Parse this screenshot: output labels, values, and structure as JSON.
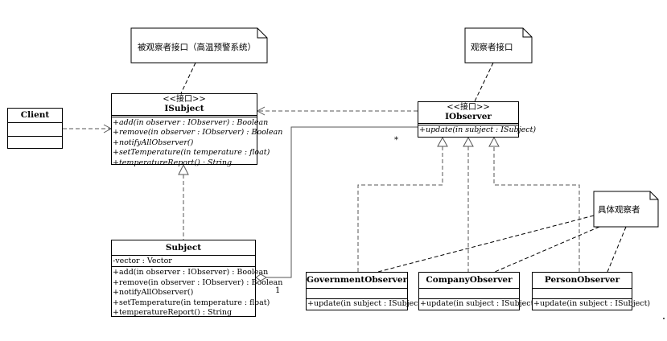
{
  "notes": {
    "subject_note": "被观察者接口（高温预警系统）",
    "observer_note": "观察者接口",
    "concrete_note": "具体观察者"
  },
  "client": {
    "name": "Client"
  },
  "isubject": {
    "stereotype": "<<接口>>",
    "name": "ISubject",
    "operations": [
      "+add(in observer : IObserver) : Boolean",
      "+remove(in observer : IObserver) : Boolean",
      "+notifyAllObserver()",
      "+setTemperature(in temperature : float)",
      "+temperatureReport() : String"
    ]
  },
  "iobserver": {
    "stereotype": "<<接口>>",
    "name": "IObserver",
    "operations": [
      "+update(in subject : ISubject)"
    ]
  },
  "subject": {
    "name": "Subject",
    "attributes": [
      "-vector : Vector"
    ],
    "operations": [
      "+add(in observer : IObserver) : Boolean",
      "+remove(in observer : IObserver) : Boolean",
      "+notifyAllObserver()",
      "+setTemperature(in temperature : float)",
      "+temperatureReport() : String"
    ]
  },
  "observers": [
    {
      "name": "GovernmentObserver",
      "operations": [
        "+update(in subject : ISubject)"
      ]
    },
    {
      "name": "CompanyObserver",
      "operations": [
        "+update(in subject : ISubject)"
      ]
    },
    {
      "name": "PersonObserver",
      "operations": [
        "+update(in subject : ISubject)"
      ]
    }
  ],
  "multiplicity": {
    "many": "*",
    "one": "1"
  }
}
